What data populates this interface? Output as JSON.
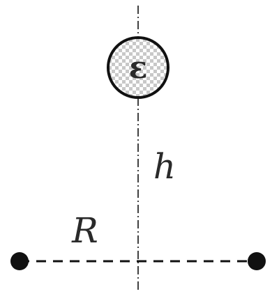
{
  "labels": {
    "sphere_symbol": "ε",
    "height": "h",
    "radius": "R"
  },
  "colors": {
    "stroke": "#111111",
    "checker_light": "#ffffff",
    "checker_dark": "#c8c8c8",
    "text": "#2a2a2a"
  }
}
